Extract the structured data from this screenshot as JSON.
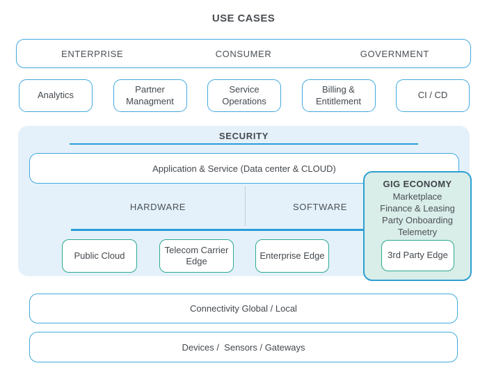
{
  "colors": {
    "blue_border": "#41A9DE",
    "line_blue": "#2B9CD8",
    "teal_border": "#2BA98F",
    "security_panel_bg": "#E4F1FA",
    "gig_bg": "#D9EDE9",
    "gig_border": "#2E9FD2",
    "text_dark": "#43484D"
  },
  "header": {
    "title": "USE CASES"
  },
  "use_cases": {
    "segments": [
      "ENTERPRISE",
      "CONSUMER",
      "GOVERNMENT"
    ]
  },
  "capabilities": {
    "items": [
      "Analytics",
      "Partner Managment",
      "Service Operations",
      "Billing & Entitlement",
      "CI / CD"
    ]
  },
  "security": {
    "title": "SECURITY",
    "application_service": "Application & Service (Data center & CLOUD)",
    "hardware_label": "HARDWARE",
    "software_label": "SOFTWARE",
    "edge_boxes": [
      "Public Cloud",
      "Telecom Carrier Edge",
      "Enterprise Edge"
    ]
  },
  "gig_economy": {
    "title": "GIG ECONOMY",
    "items": [
      "Marketplace",
      "Finance & Leasing",
      "Party Onboarding",
      "Telemetry"
    ],
    "edge_box": "3rd Party Edge"
  },
  "connectivity": {
    "label": "Connectivity Global / Local"
  },
  "devices": {
    "label": "Devices /  Sensors / Gateways"
  }
}
